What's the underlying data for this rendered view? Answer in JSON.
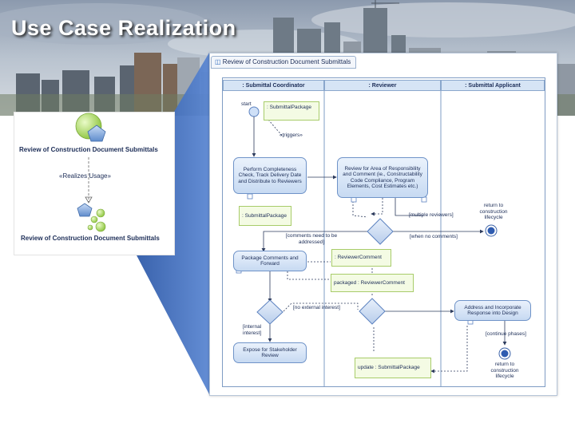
{
  "slide": {
    "title": "Use Case Realization"
  },
  "left_panel": {
    "top_label": "Review of Construction Document Submittals",
    "relation_label": "«Realizes Usage»",
    "bottom_label": "Review of Construction Document Submittals"
  },
  "diagram": {
    "tab_title": "Review of Construction Document Submittals",
    "lanes": [
      ": Submittal Coordinator",
      ": Reviewer",
      ": Submittal Applicant"
    ],
    "start_label": "start",
    "objects": {
      "submittal_package_top": ": SubmittalPackage",
      "submittal_package_mid": ": SubmittalPackage",
      "reviewer_comment": ": ReviewerComment",
      "packaged_comment": "packaged : ReviewerComment",
      "update_package": "update : SubmittalPackage"
    },
    "actions": {
      "completeness": "Perform Completeness Check, Track Delivery Date and Distribute to Reviewers",
      "review": "Review for Area of Responsibility and Comment (ie., Constructability Code Compliance, Program Elements, Cost Estimates etc.)",
      "package": "Package Comments and Forward",
      "expose": "Expose for Stakeholder Review",
      "address": "Address and Incorporate Response into Design"
    },
    "guards": {
      "triggers": "«triggers»",
      "multiple": "[multiple reviewers]",
      "comments_need": "[comments need to be addressed]",
      "no_comments": "[when no comments]",
      "no_external": "[no external interest]",
      "internal": "[internal interest]",
      "continue": "[continue phases]"
    },
    "finals": {
      "return_top": "return to construction lifecycle",
      "return_bottom": "return to construction lifecycle"
    }
  }
}
